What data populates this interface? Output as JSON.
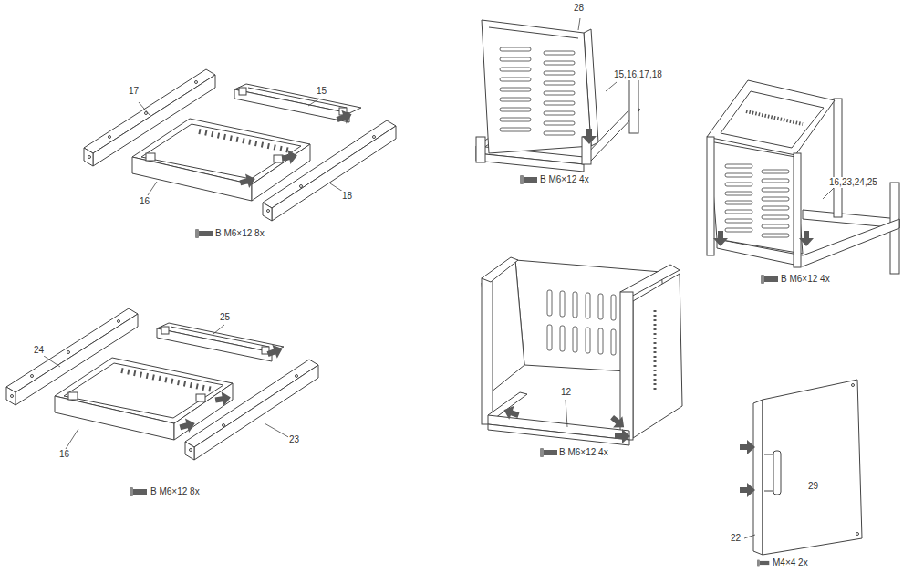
{
  "diagram": {
    "labels": [
      "17",
      "15",
      "16",
      "18",
      "B M6×12 8x",
      "24",
      "25",
      "16",
      "23",
      "B M6×12 8x",
      "28",
      "15,16,17,18",
      "B M6×12 4x",
      "16,23,24,25",
      "B M6×12 4x",
      "12",
      "B M6×12 4x",
      "29",
      "22",
      "M4×4 2x"
    ]
  }
}
